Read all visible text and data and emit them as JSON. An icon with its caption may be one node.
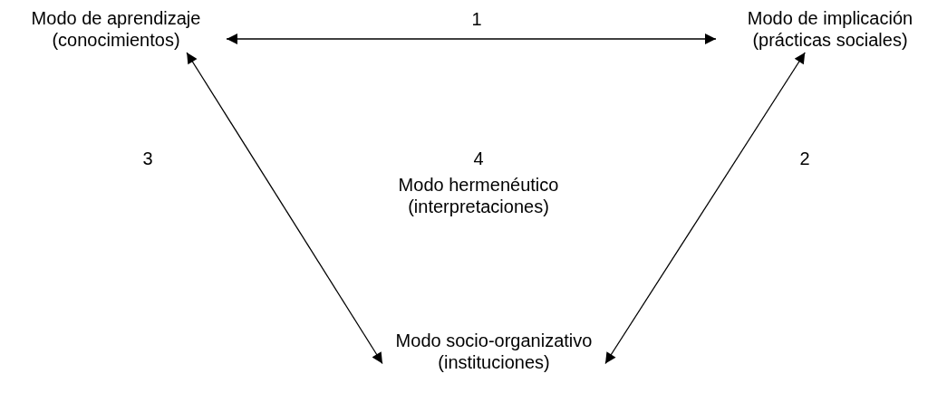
{
  "diagram": {
    "nodes": [
      {
        "text": [
          "Modo de aprendizaje (conocimientos)"
        ]
      },
      {
        "text": [
          "Modo de implicación (prácticas sociales)"
        ]
      },
      {
        "text": [
          "Modo socio-organizativo (instituciones)"
        ]
      }
    ],
    "edges": [
      {
        "from": 0,
        "to": 1,
        "arrow": "both"
      },
      {
        "from": 0,
        "to": 2,
        "arrow": "both"
      },
      {
        "from": 1,
        "to": 2,
        "arrow": "both"
      }
    ],
    "labels": [
      "1",
      "3",
      "4",
      "2",
      "Modo hermenéutico (interpretaciones)"
    ]
  }
}
